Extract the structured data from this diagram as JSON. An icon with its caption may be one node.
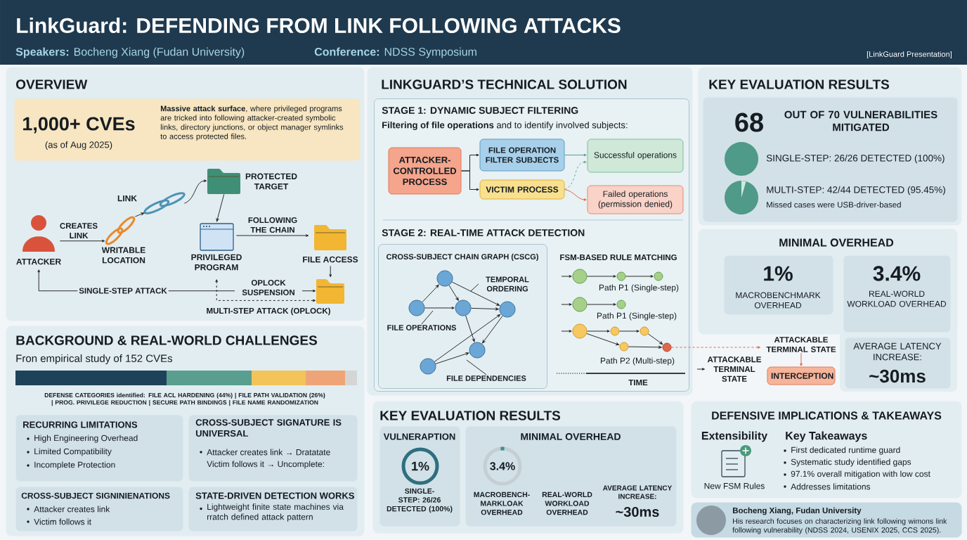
{
  "diagram": {
    "title": "LinkGuard: DEFENDING FROM LINK FOLLOWING ATTACKS",
    "nodes": [
      {
        "text": [
          "OVERVIEW"
        ]
      },
      {
        "text": [
          "1,000+ CVEs",
          "(as of Aug 2025)",
          "**Massive attack surface**, where privileged programs are tricked into following attacker-created symbolic links, directory junctions, or object manager symlinks to access protected files."
        ],
        "in": 0
      },
      {
        "text": [
          "ATTACKER"
        ],
        "in": 0
      },
      {
        "text": [
          "WRITABLE LOCATION"
        ],
        "in": 0
      },
      {
        "text": [
          "LINK"
        ],
        "in": 0
      },
      {
        "text": [
          "PROTECTED TARGET"
        ],
        "in": 0
      },
      {
        "text": [
          "PRIVILEGED PROGRAM"
        ],
        "in": 0
      },
      {
        "text": [
          "FILE ACCESS"
        ],
        "in": 0
      },
      {
        "text": [],
        "shape": "picture",
        "in": 0
      },
      {
        "text": [
          "BACKGROUND & REAL-WORLD CHALLENGES",
          "Fron empirical study of 152 CVEs",
          "DEFENSE CATEGORIES identified: FILE ACL HARDENING (44%) | FILE PATH VALIDATION (26%) | PROG. PRIVILEGE REDUCTION | SECURE PATH BINDINGS | FILE NAME RANDOMIZATION"
        ]
      },
      {
        "text": [
          "RECURRING LIMITATIONS",
          "High Engineering Overhead",
          "Limited Compatibility",
          "Incomplete Protection"
        ],
        "in": 9
      },
      {
        "text": [
          "CROSS-SUBJECT SIGNATURE IS UNIVERSAL",
          "Attacker creates link → Dratatate",
          "Victim follows it → Uncomplete:"
        ],
        "in": 9
      },
      {
        "text": [
          "CROSS-SUBJECT SIGNINIENATIONS",
          "Attacker creates link",
          "Victim follows it"
        ],
        "in": 9
      },
      {
        "text": [
          "STATE-DRIVEN DETECTION WORKS",
          "Lightweight finite state machines via rratch defined attack pattern"
        ],
        "in": 9
      },
      {
        "text": [
          "LINKGUARD’S TECHNICAL SOLUTION"
        ]
      },
      {
        "text": [
          "STAGE 1: DYNAMIC SUBJECT FILTERING",
          "**Filtering of file operations** and to identify involved subjects:",
          "STAGE 2: REAL-TIME ATTACK DETECTION",
          "FSM-BASED RULE MATCHING"
        ],
        "in": 14
      },
      {
        "text": [
          "ATTACKER-CONTROLLED PROCESS"
        ],
        "in": 15
      },
      {
        "text": [
          "FILE OPERATION FILTER SUBJECTS"
        ],
        "in": 15
      },
      {
        "text": [
          "VICTIM PROCESS"
        ],
        "in": 15
      },
      {
        "text": [
          "Successful operations"
        ],
        "in": 15
      },
      {
        "text": [
          "Failed operations (permission denied)"
        ],
        "in": 15
      },
      {
        "text": [
          "CROSS-SUBJECT CHAIN GRAPH (CSCG)"
        ],
        "in": 15
      },
      {
        "text": [],
        "shape": "circle",
        "in": 21
      },
      {
        "text": [],
        "shape": "circle",
        "in": 21
      },
      {
        "text": [],
        "shape": "circle",
        "in": 21
      },
      {
        "text": [],
        "shape": "circle",
        "in": 21
      },
      {
        "text": [],
        "shape": "circle",
        "in": 21
      },
      {
        "text": [],
        "shape": "circle",
        "in": 21
      },
      {
        "text": [
          "TEMPORAL ORDERING"
        ],
        "in": 21
      },
      {
        "text": [
          "FILE OPERATIONS"
        ],
        "in": 21
      },
      {
        "text": [
          "FILE DEPENDENCIES"
        ],
        "in": 21
      },
      {
        "text": [],
        "shape": "circle",
        "in": 15
      },
      {
        "text": [],
        "shape": "circle",
        "in": 15,
        "beside": [
          "Path P1 (Single-step)"
        ]
      },
      {
        "text": [],
        "shape": "circle",
        "in": 15
      },
      {
        "text": [],
        "shape": "circle",
        "in": 15
      },
      {
        "text": [],
        "shape": "circle",
        "in": 15,
        "beside": [
          "Path P1 (Single-step)"
        ]
      },
      {
        "text": [],
        "shape": "circle",
        "in": 15
      },
      {
        "text": [],
        "shape": "circle",
        "in": 15
      },
      {
        "text": [],
        "shape": "circle",
        "in": 15
      },
      {
        "text": [],
        "shape": "circle",
        "in": 15,
        "beside": [
          "Path P2 (Multi-step)"
        ]
      },
      {
        "text": [],
        "shape": "circle",
        "in": 15
      },
      {
        "text": [
          "ATTACKABLE TERMINAL STATE"
        ]
      },
      {
        "text": [
          "ATTACKABLE TERMINAL STATE"
        ]
      },
      {
        "text": [
          "INTERCEPTION"
        ]
      },
      {
        "text": [
          "KEY EVALUATION RESULTS"
        ]
      },
      {
        "text": [
          "68",
          "OUT OF 70 VULNERABILITIES MITIGATED",
          "SINGLE-STEP: 26/26 DETECTED (100%)",
          "MULTI-STEP: 42/44 DETECTED (95.45%)",
          "Missed cases were USB-driver-based"
        ],
        "in": 44
      },
      {
        "text": [
          "MINIMAL OVERHEAD"
        ]
      },
      {
        "text": [
          "1%",
          "MACROBENCHMARK OVERHEAD"
        ],
        "in": 46
      },
      {
        "text": [
          "3.4%",
          "REAL-WORLD WORKLOAD OVERHEAD"
        ],
        "in": 46
      },
      {
        "text": [
          "AVERAGE LATENCY INCREASE:",
          "~30ms"
        ]
      },
      {
        "text": [
          "KEY EVALUATION RESULTS"
        ]
      },
      {
        "text": [
          "VULNERAPTION",
          "1%",
          "SINGLE-STEP: 26/26 DETECTED (100%)"
        ],
        "in": 50
      },
      {
        "text": [
          "MINIMAL OVERHEAD",
          "3.4%",
          "MACROBENCH-MARKLOAK OVERHEAD",
          "REAL-WORLD WORKLOAD OVERHEAD",
          "AVERAGE LATENCY INCREASE:",
          "~30ms"
        ],
        "in": 50
      },
      {
        "text": [
          "DEFENSIVE IMPLICATIONS & TAKEAWAYS",
          "Extensibility",
          "New FSM Rules",
          "Key Takeaways",
          "First dedicated runtime guard",
          "Systematic study identified gaps",
          "97.1% overall mitigation with low cost",
          "Addresses limitations"
        ]
      },
      {
        "text": [
          "Bocheng Xiang, Fudan University",
          "His research focuses on characterizing link following wimons link following vulnerability (NDSS 2024, USENIX 2025, CCS 2025)."
        ]
      }
    ],
    "edges": [
      {
        "from": 2,
        "to": 3,
        "arrow": "to",
        "label": "CREATES LINK"
      },
      {
        "from": 3,
        "to": 4,
        "arrow": "to"
      },
      {
        "from": 4,
        "to": 5,
        "arrow": "to"
      },
      {
        "from": 5,
        "to": 6,
        "arrow": "to"
      },
      {
        "from": 6,
        "to": 7,
        "arrow": "to",
        "label": "FOLLOWING THE CHAIN"
      },
      {
        "from": 7,
        "to": 8,
        "arrow": "to"
      },
      {
        "from": 2,
        "to": 8,
        "arrow": "both",
        "label": "SINGLE-STEP ATTACK"
      },
      {
        "from": 6,
        "to": 8,
        "arrow": "both",
        "style": "dashed",
        "label": "MULTI-STEP ATTACK (OPLOCK)"
      },
      {
        "from": 16,
        "to": 17,
        "arrow": "to"
      },
      {
        "from": 16,
        "to": 18,
        "arrow": "to"
      },
      {
        "from": 17,
        "to": 19,
        "arrow": "to",
        "color": "#5a9e8f"
      },
      {
        "from": 18,
        "to": 19,
        "arrow": "to",
        "style": "dashed",
        "color": "#6aa89a"
      },
      {
        "from": 18,
        "to": 20,
        "arrow": "to",
        "color": "#e0674a"
      },
      {
        "from": 23,
        "to": 22,
        "arrow": "to"
      },
      {
        "from": 22,
        "to": 24,
        "arrow": "to"
      },
      {
        "from": 22,
        "to": 25,
        "arrow": "to"
      },
      {
        "from": 23,
        "to": 24,
        "arrow": "to"
      },
      {
        "from": 24,
        "to": 25,
        "arrow": "to"
      },
      {
        "from": 24,
        "to": 26,
        "arrow": "to"
      },
      {
        "from": 25,
        "to": 26,
        "arrow": "to"
      },
      {
        "from": 27,
        "to": 25,
        "arrow": "to"
      },
      {
        "from": 27,
        "to": 26,
        "arrow": "to"
      },
      {
        "from": 28,
        "to": null,
        "arrow": "none"
      },
      {
        "from": 29,
        "to": null,
        "arrow": "none"
      },
      {
        "from": 30,
        "to": null,
        "arrow": "none"
      },
      {
        "from": null,
        "to": 31,
        "arrow": "to"
      },
      {
        "from": 31,
        "to": 32,
        "arrow": "to"
      },
      {
        "from": 32,
        "to": 33,
        "arrow": "to"
      },
      {
        "from": null,
        "to": 34,
        "arrow": "to"
      },
      {
        "from": 34,
        "to": 35,
        "arrow": "to"
      },
      {
        "from": null,
        "to": 36,
        "arrow": "to"
      },
      {
        "from": 36,
        "to": 37,
        "arrow": "to"
      },
      {
        "from": 37,
        "to": 38,
        "arrow": "to"
      },
      {
        "from": 38,
        "to": 40,
        "arrow": "to"
      },
      {
        "from": 36,
        "to": 39,
        "arrow": "to"
      },
      {
        "from": 39,
        "to": 40,
        "arrow": "to"
      },
      {
        "from": 40,
        "to": 42,
        "arrow": "to",
        "style": "dashed",
        "color": "#e0674a"
      },
      {
        "from": 42,
        "to": 43,
        "arrow": "to",
        "color": "#e0674a"
      },
      {
        "from": null,
        "to": 41,
        "arrow": "to"
      }
    ],
    "labels": [
      "**Speakers:** Bocheng Xiang (Fudan University)",
      "**Conference:** NDSS Symposium",
      "[LinkGuard Presentation]",
      "OPLOCK SUSPENSION",
      "TIME"
    ]
  }
}
